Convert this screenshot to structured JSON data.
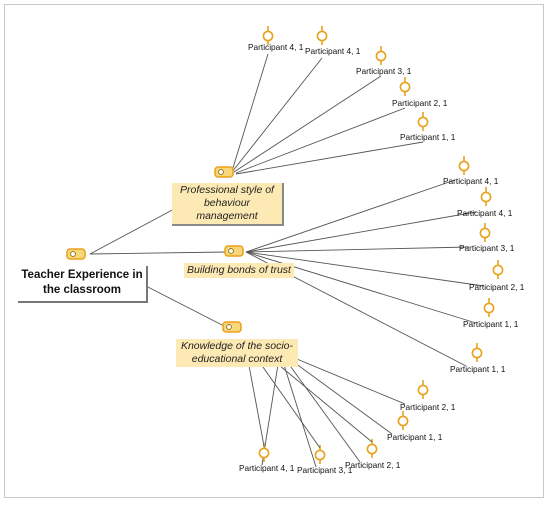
{
  "root": {
    "label": "Teacher Experience in the classroom"
  },
  "themes": [
    {
      "label": "Professional style of behaviour management",
      "leaves": [
        "Participant 4, 1",
        "Participant 4, 1",
        "Participant 3, 1",
        "Participant 2, 1",
        "Participant 1, 1"
      ]
    },
    {
      "label": "Building bonds of trust",
      "leaves": [
        "Participant 4, 1",
        "Participant 4, 1",
        "Participant 3, 1",
        "Participant 2, 1",
        "Participant 1, 1",
        "Participant 1, 1"
      ]
    },
    {
      "label": "Knowledge of the socio-educational context",
      "leaves": [
        "Participant 2, 1",
        "Participant 1, 1",
        "Participant 2, 1",
        "Participant 3, 1",
        "Participant 4, 1"
      ]
    }
  ],
  "colors": {
    "line": "#555555",
    "node_orange": "#e8a21c",
    "theme_bg": "#fde9b3",
    "icon_fill": "#f7d77a"
  },
  "icons": {
    "theme_node": "code-document-icon",
    "leaf_node": "participant-quote-icon"
  }
}
